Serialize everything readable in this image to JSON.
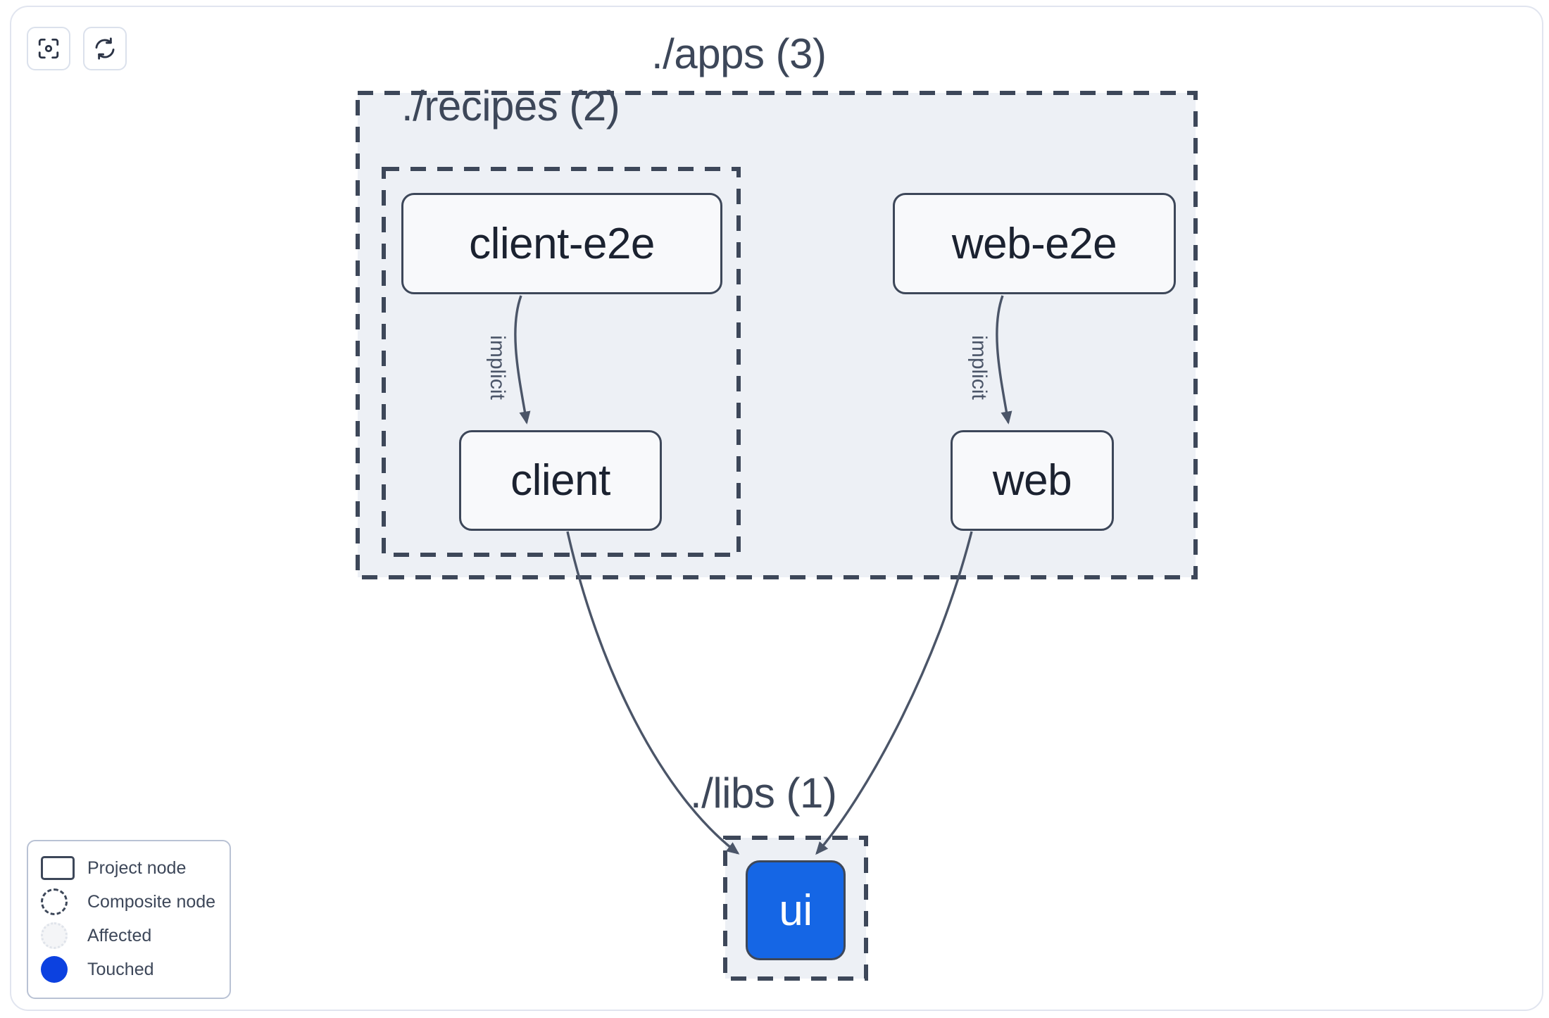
{
  "toolbar": {
    "buttons": [
      {
        "name": "focus-graph-button",
        "icon": "focus-target-icon",
        "label": ""
      },
      {
        "name": "refresh-graph-button",
        "icon": "refresh-icon",
        "label": ""
      }
    ]
  },
  "graph": {
    "groups": [
      {
        "id": "apps",
        "label": "./apps (3)",
        "count": 3
      },
      {
        "id": "recipes",
        "label": "./recipes (2)",
        "count": 2
      },
      {
        "id": "libs",
        "label": "./libs (1)",
        "count": 1
      }
    ],
    "nodes": [
      {
        "id": "client-e2e",
        "label": "client-e2e",
        "state": "project",
        "group": "recipes"
      },
      {
        "id": "web-e2e",
        "label": "web-e2e",
        "state": "project",
        "group": "apps"
      },
      {
        "id": "client",
        "label": "client",
        "state": "project",
        "group": "recipes"
      },
      {
        "id": "web",
        "label": "web",
        "state": "project",
        "group": "apps"
      },
      {
        "id": "ui",
        "label": "ui",
        "state": "touched",
        "group": "libs"
      }
    ],
    "edges": [
      {
        "from": "client-e2e",
        "to": "client",
        "label": "implicit"
      },
      {
        "from": "web-e2e",
        "to": "web",
        "label": "implicit"
      },
      {
        "from": "client",
        "to": "ui",
        "label": ""
      },
      {
        "from": "web",
        "to": "ui",
        "label": ""
      }
    ]
  },
  "legend": {
    "items": [
      {
        "swatch": "project-node-swatch",
        "label": "Project node"
      },
      {
        "swatch": "composite-node-swatch",
        "label": "Composite node"
      },
      {
        "swatch": "affected-swatch",
        "label": "Affected"
      },
      {
        "swatch": "touched-swatch",
        "label": "Touched"
      }
    ]
  },
  "colors": {
    "touched": "#0c41e0",
    "node_fill_touched": "#1566e5",
    "node_border": "#3d4759",
    "group_fill": "#edf0f5",
    "group_border": "#3d4759",
    "edge": "#4b5568",
    "canvas_border": "#e1e5ef"
  }
}
